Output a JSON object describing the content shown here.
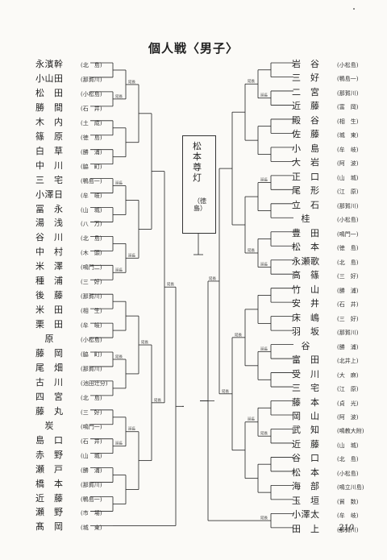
{
  "title": "個人戦〈男子〉",
  "champion": {
    "name": "松本尊灯",
    "school": "（徳島）"
  },
  "page_number": "210",
  "extension_label": "延長",
  "left_entries": [
    {
      "name": "永濱幹",
      "school": "(北　島)"
    },
    {
      "name": "小山田",
      "school": "(那賀川)"
    },
    {
      "name": "松　田",
      "school": "(小松島)"
    },
    {
      "name": "勝　間",
      "school": "(石　井)"
    },
    {
      "name": "木　内",
      "school": "(土　成)"
    },
    {
      "name": "篠　原",
      "school": "(徳　島)"
    },
    {
      "name": "白　草",
      "school": "(勝　浦)"
    },
    {
      "name": "中　川",
      "school": "(脇　町)"
    },
    {
      "name": "三　宅",
      "school": "(鴨島一)"
    },
    {
      "name": "小澤日",
      "school": "(牟　岐)"
    },
    {
      "name": "冨　永",
      "school": "(山　城)"
    },
    {
      "name": "湯　浅",
      "school": "(八　万)"
    },
    {
      "name": "谷　川",
      "school": "(北　島)"
    },
    {
      "name": "中　村",
      "school": "(木　頭)"
    },
    {
      "name": "米　澤",
      "school": "(鳴門二)"
    },
    {
      "name": "種　浦",
      "school": "(三　好)"
    },
    {
      "name": "後　藤",
      "school": "(那賀川)"
    },
    {
      "name": "米　田",
      "school": "(相　生)"
    },
    {
      "name": "栗　田",
      "school": "(牟　岐)"
    },
    {
      "name": "　原",
      "school": "(小松島)"
    },
    {
      "name": "藤　岡",
      "school": "(脇　町)"
    },
    {
      "name": "尾　畑",
      "school": "(那賀川)"
    },
    {
      "name": "古　川",
      "school": "(池田辻分)"
    },
    {
      "name": "四　宮",
      "school": "(北　島)"
    },
    {
      "name": "藤　丸",
      "school": "(三　好)"
    },
    {
      "name": "　炭",
      "school": "(鳴門一)"
    },
    {
      "name": "島　口",
      "school": "(石　井)"
    },
    {
      "name": "赤　野",
      "school": "(山　城)"
    },
    {
      "name": "瀬　戸",
      "school": "(勝　浦)"
    },
    {
      "name": "橋　本",
      "school": "(那賀川)"
    },
    {
      "name": "近　藤",
      "school": "(鴨島一)"
    },
    {
      "name": "瀬　野",
      "school": "(市　場)"
    },
    {
      "name": "髙　岡",
      "school": "(城　東)"
    }
  ],
  "right_entries": [
    {
      "name": "岩　谷",
      "school": "(小松島)"
    },
    {
      "name": "三　好",
      "school": "(鴨島一)"
    },
    {
      "name": "二　宮",
      "school": "(那賀川)"
    },
    {
      "name": "近　藤",
      "school": "(富　岡)"
    },
    {
      "name": "殿　谷",
      "school": "(相　生)"
    },
    {
      "name": "佐　藤",
      "school": "(城　東)"
    },
    {
      "name": "小　島",
      "school": "(牟　岐)"
    },
    {
      "name": "大　岩",
      "school": "(阿　波)"
    },
    {
      "name": "正　口",
      "school": "(山　城)"
    },
    {
      "name": "尾　形",
      "school": "(江　原)"
    },
    {
      "name": "立　石",
      "school": "(那賀川)"
    },
    {
      "name": "　桂",
      "school": "(小松島)"
    },
    {
      "name": "豊　田",
      "school": "(鳴門一)"
    },
    {
      "name": "松　本",
      "school": "(徳　島)"
    },
    {
      "name": "永瀬歌",
      "school": "(北　島)"
    },
    {
      "name": "高　篠",
      "school": "(三　好)"
    },
    {
      "name": "竹　山",
      "school": "(勝　浦)"
    },
    {
      "name": "安　井",
      "school": "(石　井)"
    },
    {
      "name": "床　嶋",
      "school": "(三　好)"
    },
    {
      "name": "羽　坂",
      "school": "(那賀川)"
    },
    {
      "name": "　谷",
      "school": "(勝　浦)"
    },
    {
      "name": "富　田",
      "school": "(北井上)"
    },
    {
      "name": "受　川",
      "school": "(大　麻)"
    },
    {
      "name": "三　宅",
      "school": "(江　原)"
    },
    {
      "name": "藤　本",
      "school": "(貞　光)"
    },
    {
      "name": "岡　山",
      "school": "(阿　波)"
    },
    {
      "name": "武　知",
      "school": "(鳴教大附)"
    },
    {
      "name": "近　藤",
      "school": "(山　城)"
    },
    {
      "name": "谷　口",
      "school": "(北　島)"
    },
    {
      "name": "松　本",
      "school": "(小松島)"
    },
    {
      "name": "海　部",
      "school": "(鳴立川島)"
    },
    {
      "name": "玉　垣",
      "school": "(貿　数)"
    },
    {
      "name": "小澤太",
      "school": "(牟　岐)"
    },
    {
      "name": "田　上",
      "school": "(那賀川)"
    }
  ]
}
